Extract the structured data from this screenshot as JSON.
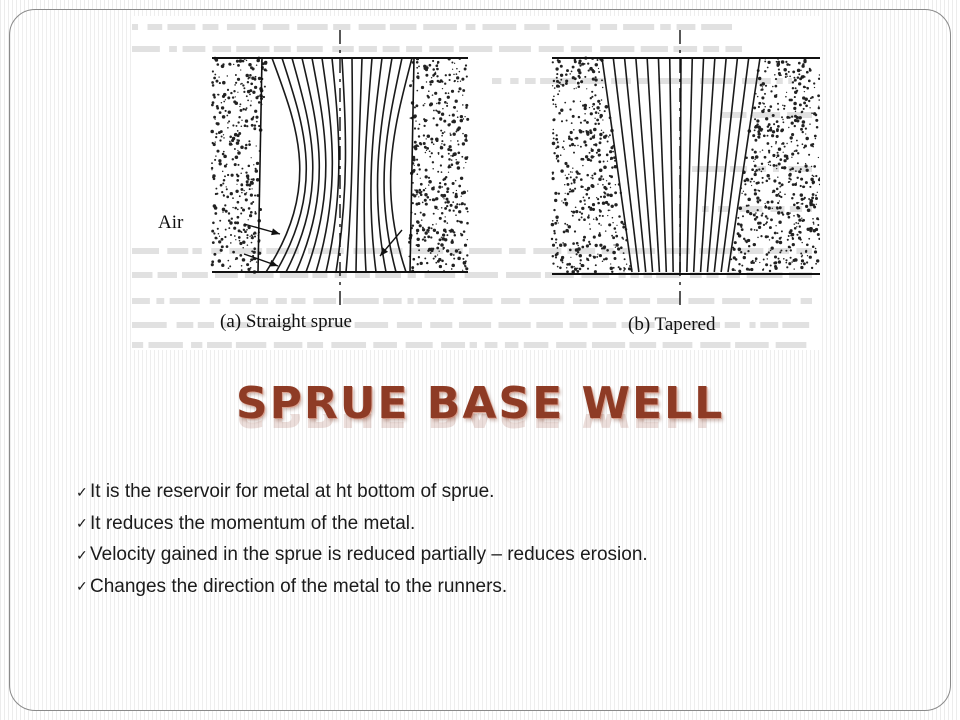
{
  "figure": {
    "label_air": "Air",
    "caption_a": "(a) Straight sprue",
    "caption_b": "(b) Tapered"
  },
  "title": "Sprue Base Well",
  "bullets": [
    "It is the reservoir for metal at ht bottom of sprue.",
    "It reduces the momentum of the metal.",
    "Velocity gained in the sprue is reduced partially – reduces erosion.",
    "Changes the direction of the metal to the runners."
  ],
  "colors": {
    "title": "#8e3b25",
    "text": "#1b1b1b",
    "card_border": "#8a8a8a"
  },
  "icons": {
    "bullet": "checkmark-icon"
  }
}
